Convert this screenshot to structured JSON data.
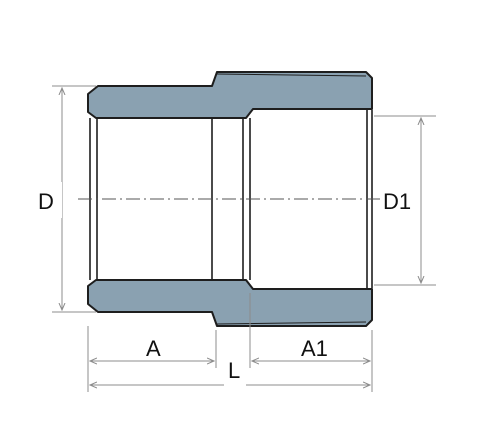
{
  "labels": {
    "D": "D",
    "D1": "D1",
    "A": "A",
    "A1": "A1",
    "L": "L"
  },
  "colors": {
    "section_fill": "#8aa1b1",
    "outline": "#1e1e1e",
    "dimension_line": "#8c8c8c",
    "text": "#111111"
  }
}
